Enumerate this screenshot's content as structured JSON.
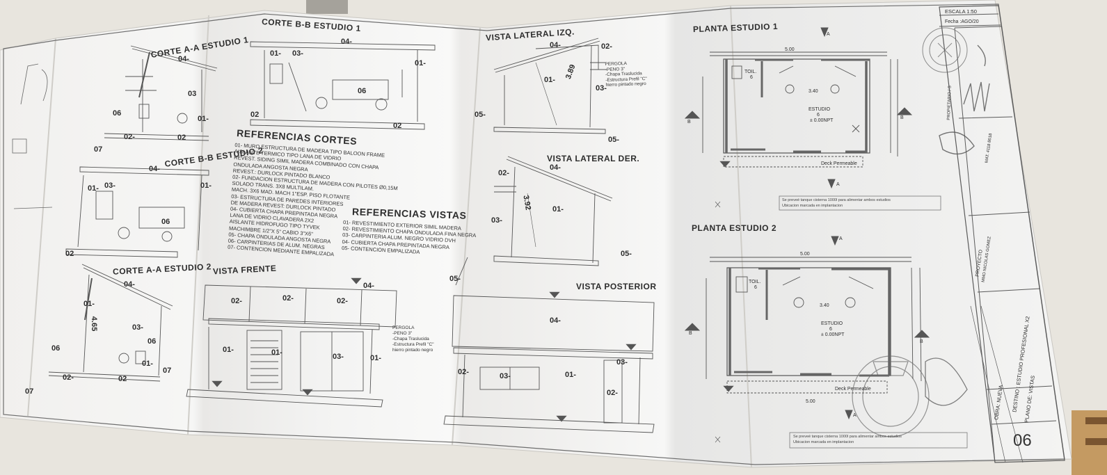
{
  "titleblock": {
    "escala": "ESCALA 1:50",
    "fecha": "Fecha :AGO/20",
    "propietario": "PROPIETARIO / S",
    "proyecto": "PROYECTO",
    "proyectista": "MMO NICOLAS GOMEZ",
    "obra": "OBRA: NUEVA",
    "destino": "DESTINO : ESTUDIO PROFESIONAL X2",
    "plano": "PLANO DE: VISTAS",
    "matricula": "MAT. 4118 8618",
    "sheet_number": "06"
  },
  "titles": {
    "corte_aa_1": "CORTE A-A ESTUDIO 1",
    "corte_bb_1": "CORTE B-B ESTUDIO 1",
    "corte_bb_2": "CORTE B-B ESTUDIO 2",
    "corte_aa_2": "CORTE A-A ESTUDIO 2",
    "referencias_cortes": "REFERENCIAS CORTES",
    "referencias_vistas": "REFERENCIAS VISTAS",
    "vista_lateral_izq": "VISTA LATERAL IZQ.",
    "vista_lateral_der": "VISTA LATERAL DER.",
    "vista_frente": "VISTA FRENTE",
    "vista_posterior": "VISTA POSTERIOR",
    "planta_1": "PLANTA ESTUDIO 1",
    "planta_2": "PLANTA ESTUDIO 2"
  },
  "referencias_cortes": [
    "01- MURO ESTRUCTURA DE MADERA TIPO BALOON FRAME",
    "AISLANTE TERMICO TIPO LANA DE VIDRIO",
    "REVEST. SIDING SIMIL MADERA COMBINADO CON CHAPA",
    "ONDULADA ANGOSTA NEGRA",
    "REVEST.: DURLOCK PINTADO BLANCO",
    "02- FUNDACION ESTRUCTURA DE MADERA CON PILOTES Ø0,15M",
    "SOLADO TRANS. 3X8 MULTILAM.",
    "MACH. 3X6 MAD. MACH 1\"ESP. PISO FLOTANTE",
    "03- ESTRUCTURA DE PAREDES INTERIORES",
    "DE MADERA REVEST: DURLOCK PINTADO",
    "04- CUBIERTA CHAPA PREPINTADA NEGRA",
    "LANA DE VIDRIO CLAVADERA 2X2",
    "AISLANTE HIDROFUGO TIPO TYVEK",
    "MACHIMBRE 1/2\"X 5\" CABIO 3\"X6\"",
    "05- CHAPA ONDULADA ANGOSTA NEGRA",
    "06- CARPINTERIAS DE ALUM. NEGRAS",
    "07- CONTENCION MEDIANTE EMPALIZADA"
  ],
  "referencias_vistas": [
    "01- REVESTIMIENTO EXTERIOR SIMIL MADERA",
    "02- REVESTIMIENTO CHAPA ONDULADA FINA NEGRA",
    "03- CARPINTERIA ALUM. NEGRO VIDRIO DVH",
    "04- CUBIERTA CHAPA PREPINTADA NEGRA",
    "05- CONTENCION EMPALIZADA"
  ],
  "pergola_note": [
    "PERGOLA",
    "-PENO 3\"",
    "-Chapa Traslucida",
    "-Estructura Prefil \"C\"",
    "hierro pintado negro"
  ],
  "codes": {
    "c01": "01-",
    "c02": "02-",
    "c03": "03-",
    "c04": "04-",
    "c05": "05-",
    "c06": "06",
    "c07": "07",
    "c02b": "02",
    "c03b": "03"
  },
  "heights": {
    "lat_izq": "3.89",
    "lat_der": "3.92",
    "corte_aa2": "4.65"
  },
  "planta": {
    "estudio_label": "ESTUDIO",
    "estudio_num": "6",
    "toil_label": "TOIL.",
    "toil_num": "6",
    "level": "± 0.00NPT",
    "deck": "Deck Permeable",
    "marker_a": "A",
    "marker_b": "B",
    "note_1": "Se preveé tanque cisterna 1000l para alimentar ambos estudios",
    "note_2": "Ubicacion marcada en implantacion",
    "dim_total": "5.00",
    "dim_inner": "3.40"
  }
}
